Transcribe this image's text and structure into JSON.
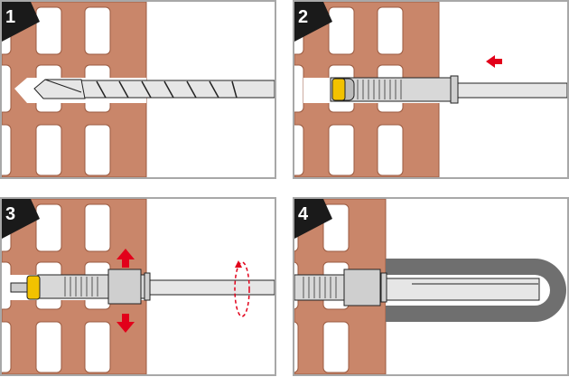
{
  "panels": [
    {
      "step": "1",
      "action": "drill"
    },
    {
      "step": "2",
      "action": "insert"
    },
    {
      "step": "3",
      "action": "screw"
    },
    {
      "step": "4",
      "action": "fixed"
    }
  ],
  "colors": {
    "brick": "#c9866a",
    "frame": "#a8a8a8",
    "arrow": "#e2001a",
    "cap": "#f2c200",
    "fixture": "#6f6f6f",
    "metal": "#e6e6e6"
  }
}
